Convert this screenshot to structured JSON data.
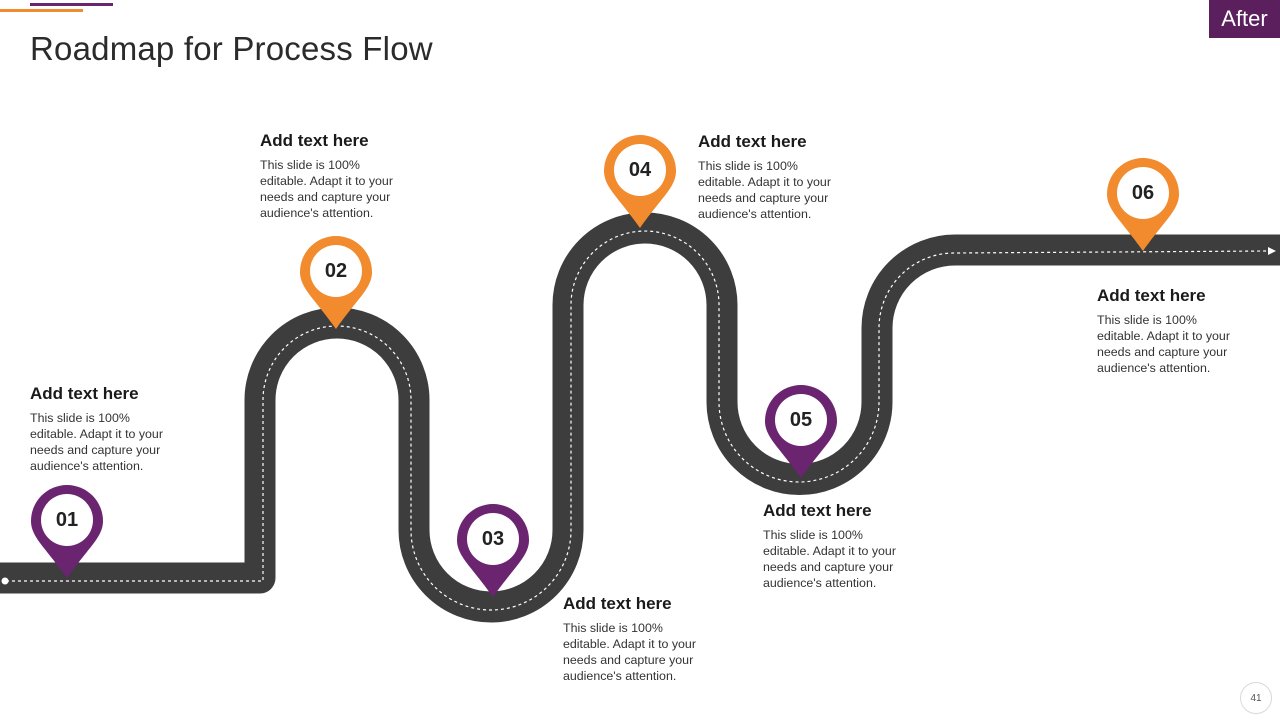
{
  "slide": {
    "title": "Roadmap for Process Flow",
    "badge": "After",
    "page_number": "41"
  },
  "colors": {
    "road": "#3d3d3d",
    "purple": "#6b2470",
    "orange": "#f28a2e"
  },
  "steps": [
    {
      "number": "01",
      "color": "purple",
      "heading": "Add text here",
      "body": "This slide is 100% editable. Adapt it to your needs and capture your audience's attention."
    },
    {
      "number": "02",
      "color": "orange",
      "heading": "Add text here",
      "body": "This slide is 100% editable. Adapt it to your needs and capture your audience's attention."
    },
    {
      "number": "03",
      "color": "purple",
      "heading": "Add text here",
      "body": "This slide is 100% editable. Adapt it to your needs and capture your audience's attention."
    },
    {
      "number": "04",
      "color": "orange",
      "heading": "Add text here",
      "body": "This slide is 100% editable. Adapt it to your needs and capture your audience's attention."
    },
    {
      "number": "05",
      "color": "purple",
      "heading": "Add text here",
      "body": "This slide is 100% editable. Adapt it to your needs and capture your audience's attention."
    },
    {
      "number": "06",
      "color": "orange",
      "heading": "Add text here",
      "body": "This slide is 100% editable. Adapt it to your needs and capture your audience's attention."
    }
  ]
}
